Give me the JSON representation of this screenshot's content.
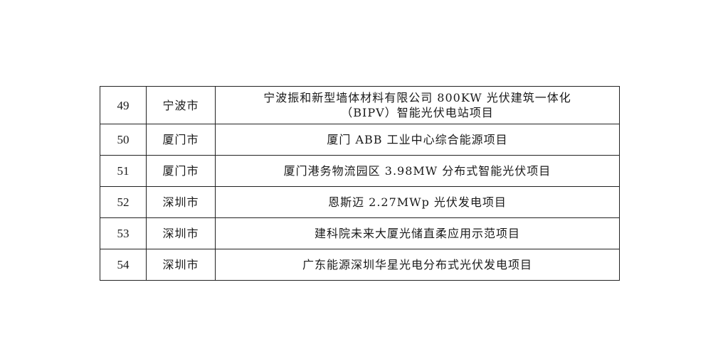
{
  "table": {
    "rows": [
      {
        "no": "49",
        "city": "宁波市",
        "project_lines": [
          "宁波振和新型墙体材料有限公司 800KW 光伏建筑一体化",
          "（BIPV）智能光伏电站项目"
        ]
      },
      {
        "no": "50",
        "city": "厦门市",
        "project_lines": [
          "厦门 ABB 工业中心综合能源项目"
        ]
      },
      {
        "no": "51",
        "city": "厦门市",
        "project_lines": [
          "厦门港务物流园区 3.98MW 分布式智能光伏项目"
        ]
      },
      {
        "no": "52",
        "city": "深圳市",
        "project_lines": [
          "恩斯迈 2.27MWp 光伏发电项目"
        ]
      },
      {
        "no": "53",
        "city": "深圳市",
        "project_lines": [
          "建科院未来大厦光储直柔应用示范项目"
        ]
      },
      {
        "no": "54",
        "city": "深圳市",
        "project_lines": [
          "广东能源深圳华星光电分布式光伏发电项目"
        ]
      }
    ]
  }
}
